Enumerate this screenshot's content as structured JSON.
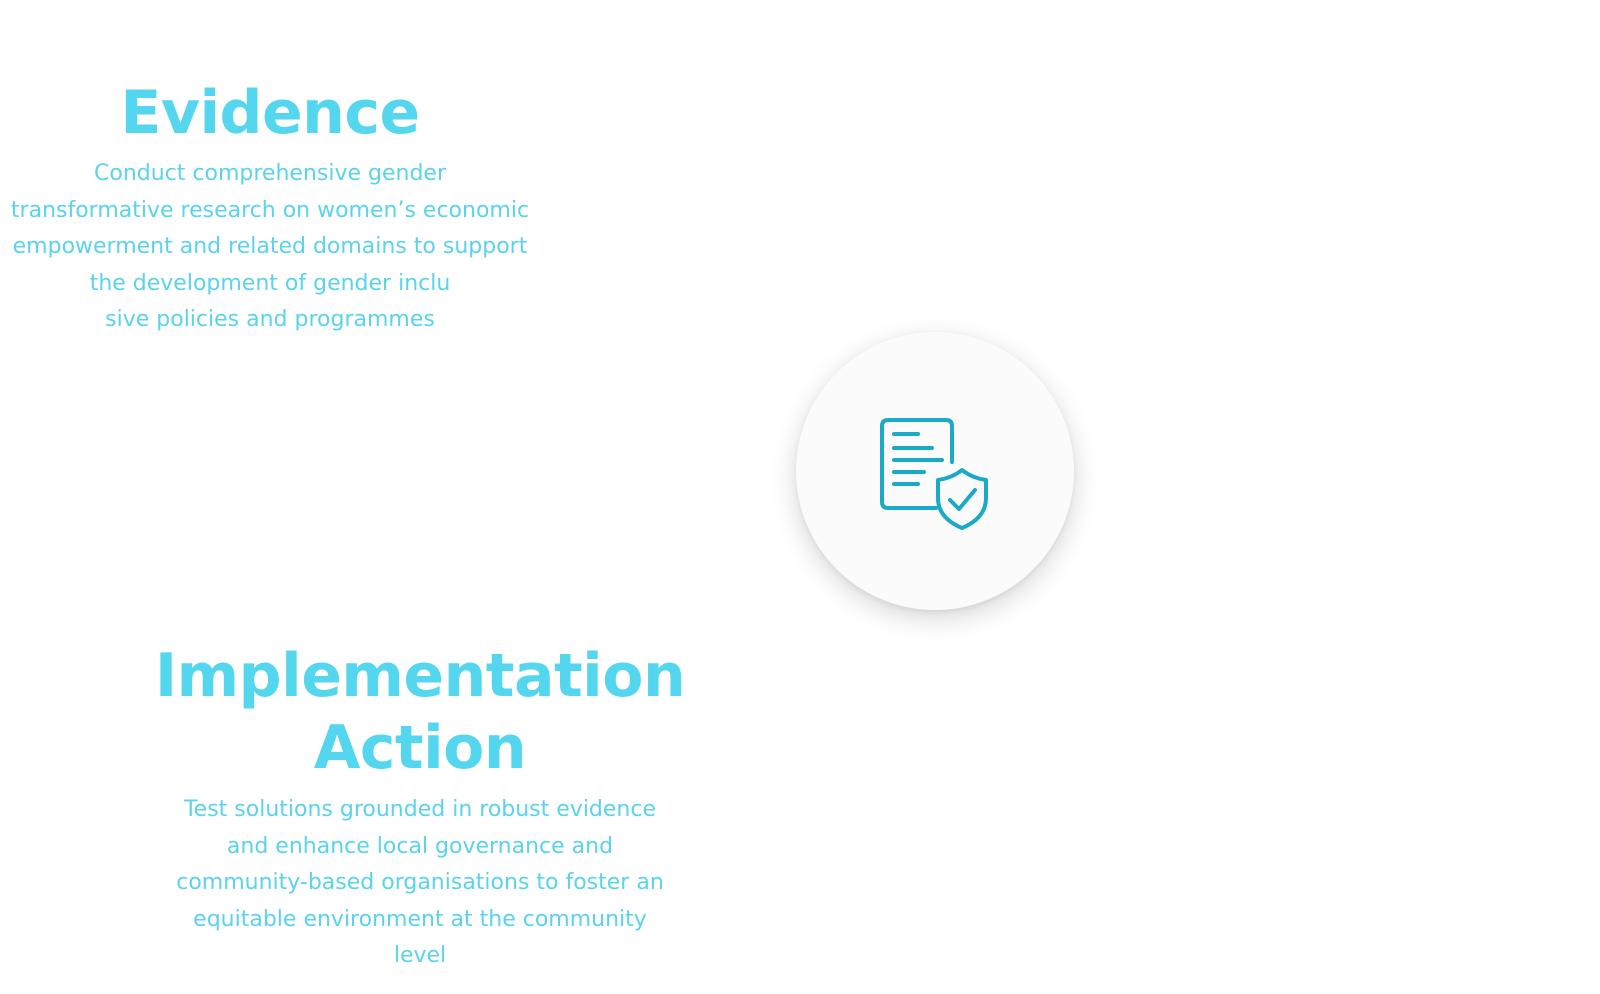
{
  "evidence": {
    "title": "Evidence",
    "lines": [
      "Conduct comprehensive gender",
      "transformative research on women’s economic",
      "empowerment and related domains to support",
      "the development of gender inclu",
      "sive policies and programmes"
    ]
  },
  "implementation": {
    "title_line1": "Implementation",
    "title_line2": "Action",
    "lines": [
      "Test solutions grounded in robust evidence",
      "and enhance local governance and",
      "community-based organisations to foster an",
      "equitable environment at the community",
      "level"
    ]
  },
  "center_icon": {
    "name": "document-shield-check-icon",
    "color": "#1aa9c6"
  },
  "colors": {
    "heading": "#54d6ef",
    "body": "#5ad3ec",
    "circle": "#fbfbfb"
  }
}
